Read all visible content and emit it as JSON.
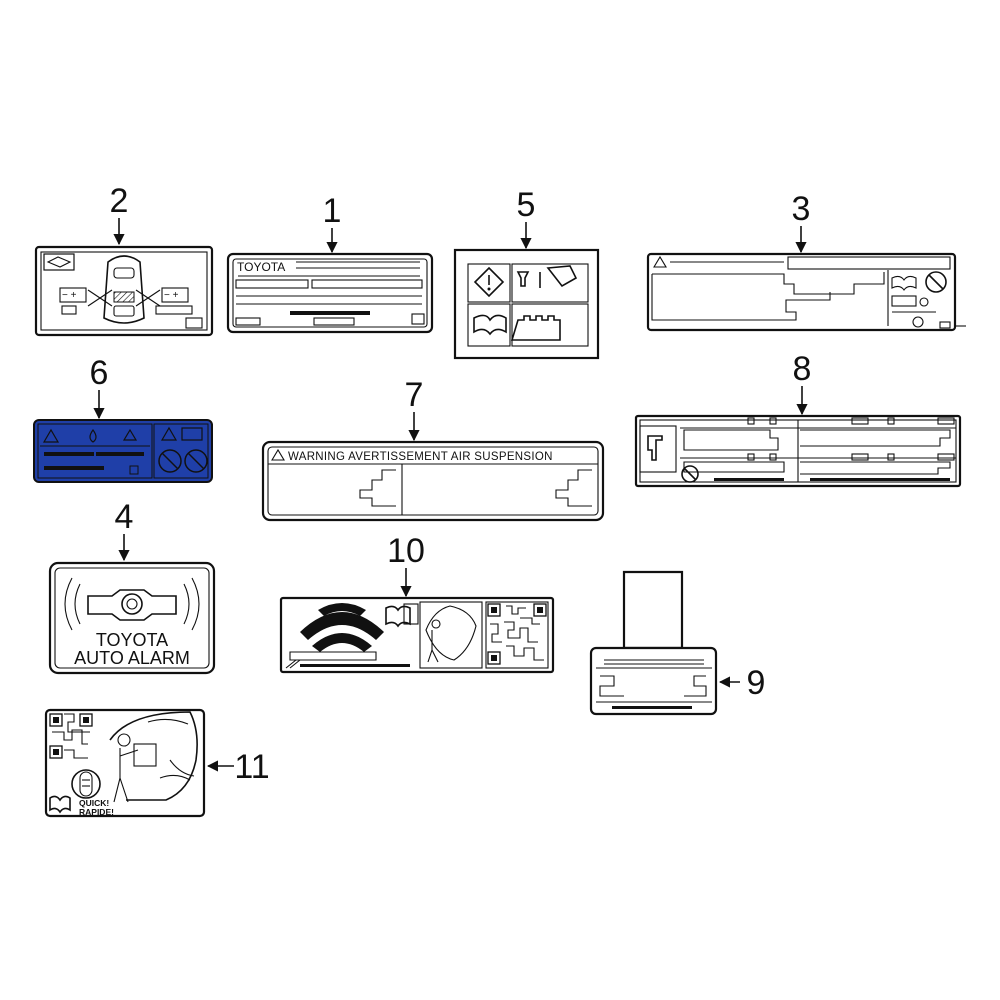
{
  "callouts": {
    "c1": "1",
    "c2": "2",
    "c3": "3",
    "c4": "4",
    "c5": "5",
    "c6": "6",
    "c7": "7",
    "c8": "8",
    "c9": "9",
    "c10": "10",
    "c11": "11"
  },
  "labels": {
    "label1_brand": "TOYOTA",
    "label4_line1": "TOYOTA",
    "label4_line2": "AUTO ALARM",
    "label7_header": "WARNING AVERTISSEMENT  AIR SUSPENSION",
    "label11_line1": "QUICK!",
    "label11_line2": "RAPIDE!"
  },
  "colors": {
    "label6_fill": "#1f3fa8",
    "line": "#111111",
    "background": "#ffffff"
  }
}
